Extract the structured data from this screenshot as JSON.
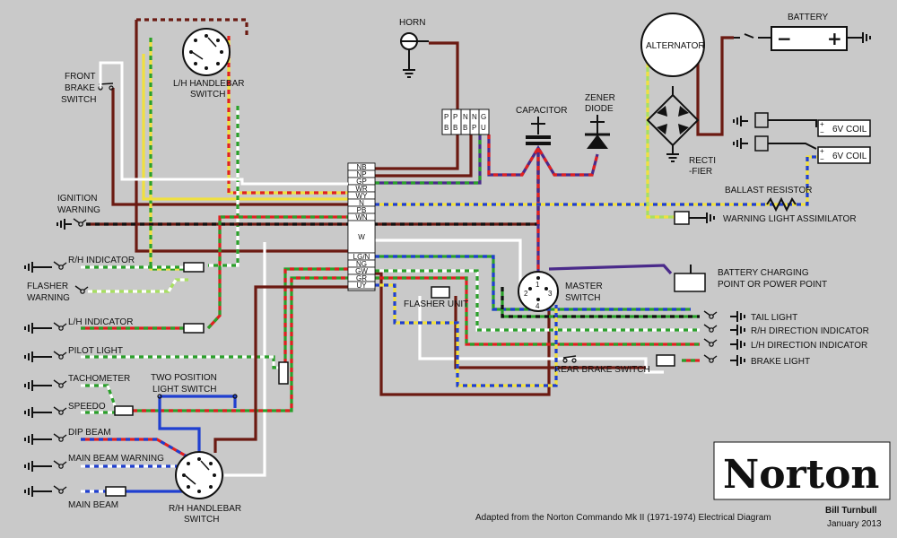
{
  "labels": {
    "horn": "HORN",
    "battery": "BATTERY",
    "alternator": "ALTERNATOR",
    "capacitor": "CAPACITOR",
    "zener_diode_1": "ZENER",
    "zener_diode_2": "DIODE",
    "rectifier_1": "RECTI",
    "rectifier_2": "-FIER",
    "coil_1": "6V COIL",
    "coil_2": "6V COIL",
    "ballast_resistor": "BALLAST RESISTOR",
    "warning_light_assimilator": "WARNING LIGHT ASSIMILATOR",
    "battery_charging_1": "BATTERY CHARGING",
    "battery_charging_2": "POINT OR POWER POINT",
    "master_switch_1": "MASTER",
    "master_switch_2": "SWITCH",
    "tail_light": "TAIL LIGHT",
    "rh_direction_indicator": "R/H DIRECTION INDICATOR",
    "lh_direction_indicator": "L/H DIRECTION INDICATOR",
    "brake_light": "BRAKE LIGHT",
    "rear_brake_switch": "REAR BRAKE SWITCH",
    "flasher_unit": "FLASHER UNIT",
    "front_brake_switch_1": "FRONT",
    "front_brake_switch_2": "BRAKE",
    "front_brake_switch_3": "SWITCH",
    "lh_handlebar_switch_1": "L/H HANDLEBAR",
    "lh_handlebar_switch_2": "SWITCH",
    "ignition_warning_1": "IGNITION",
    "ignition_warning_2": "WARNING",
    "rh_indicator": "R/H INDICATOR",
    "flasher_warning_1": "FLASHER",
    "flasher_warning_2": "WARNING",
    "lh_indicator": "L/H INDICATOR",
    "pilot_light": "PILOT LIGHT",
    "tachometer": "TACHOMETER",
    "two_position_1": "TWO POSITION",
    "two_position_2": "LIGHT SWITCH",
    "speedo": "SPEEDO",
    "dip_beam": "DIP BEAM",
    "main_beam_warning": "MAIN BEAM WARNING",
    "main_beam": "MAIN BEAM",
    "rh_handlebar_switch_1": "R/H HANDLEBAR",
    "rh_handlebar_switch_2": "SWITCH"
  },
  "terminal_block": [
    "NB",
    "NP",
    "GP",
    "WR",
    "WY",
    "N",
    "PB",
    "WN",
    "W",
    "LG/N",
    "NG",
    "GW",
    "GR",
    "UY"
  ],
  "horn_connectors": [
    "P\nB",
    "P\nB",
    "N\nB",
    "N\nP",
    "G\nU"
  ],
  "master_switch_pins": [
    "1",
    "2",
    "3",
    "4"
  ],
  "battery_signs": [
    "−",
    "+"
  ],
  "coil_signs": [
    "+",
    "−",
    "+",
    "−"
  ],
  "logo": "Norton",
  "footer": {
    "credit": "Adapted from the Norton Commando Mk II (1971-1974) Electrical Diagram",
    "author": "Bill Turnbull",
    "date": "January 2013"
  },
  "colors": {
    "background": "#c9c9c9",
    "brown": "#6b1a12",
    "red": "#e02020",
    "green": "#2aa02a",
    "yellow": "#f0e040",
    "blue": "#1f3fd0",
    "purple": "#4a2a8a",
    "white": "#ffffff",
    "black": "#111111",
    "light_green": "#a8e060"
  }
}
